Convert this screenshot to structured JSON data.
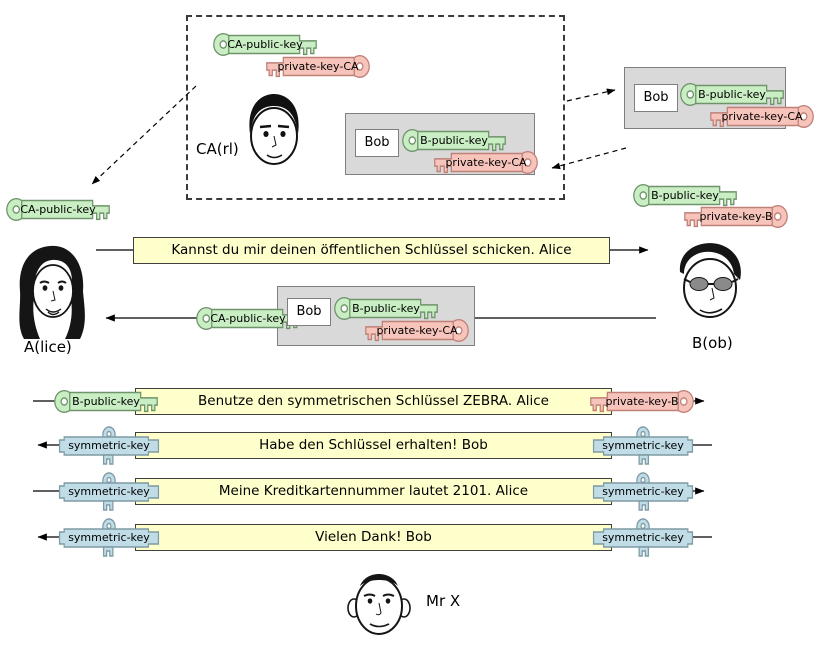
{
  "colors": {
    "public_key_green": "#c9eec3",
    "private_key_pink": "#f7c4bb",
    "symmetric_key_blue": "#c0dce6",
    "message_yellow": "#ffffcc",
    "card_gray": "#d9d9d9"
  },
  "ca_section": {
    "label": "CA(rl)",
    "ca_public_key_label": "CA-public-key",
    "ca_private_key_label": "private-key-CA",
    "forged_card": {
      "owner": "Bob",
      "public_key_label": "B-public-key",
      "private_key_label": "private-key-CA"
    }
  },
  "top_right_card": {
    "owner": "Bob",
    "public_key_label": "B-public-key",
    "private_key_label": "private-key-CA"
  },
  "alice_side": {
    "ca_public_key_label": "CA-public-key",
    "actor_label": "A(lice)"
  },
  "bob_side": {
    "public_key_label": "B-public-key",
    "private_key_label": "private-key-B",
    "actor_label": "B(ob)"
  },
  "request_message": {
    "text": "Kannst du mir deinen öffentlichen Schlüssel schicken. Alice"
  },
  "reply": {
    "ca_public_key_label": "CA-public-key",
    "card": {
      "owner": "Bob",
      "public_key_label": "B-public-key",
      "private_key_label": "private-key-CA"
    }
  },
  "rows": [
    {
      "text": "Benutze den symmetrischen Schlüssel ZEBRA. Alice",
      "left_key": "B-public-key",
      "right_key": "private-key-B"
    },
    {
      "text": "Habe den Schlüssel erhalten! Bob",
      "left_key": "symmetric-key",
      "right_key": "symmetric-key"
    },
    {
      "text": "Meine Kreditkartennummer lautet 2101. Alice",
      "left_key": "symmetric-key",
      "right_key": "symmetric-key"
    },
    {
      "text": "Vielen Dank! Bob",
      "left_key": "symmetric-key",
      "right_key": "symmetric-key"
    }
  ],
  "mrx": {
    "actor_label": "Mr X"
  }
}
